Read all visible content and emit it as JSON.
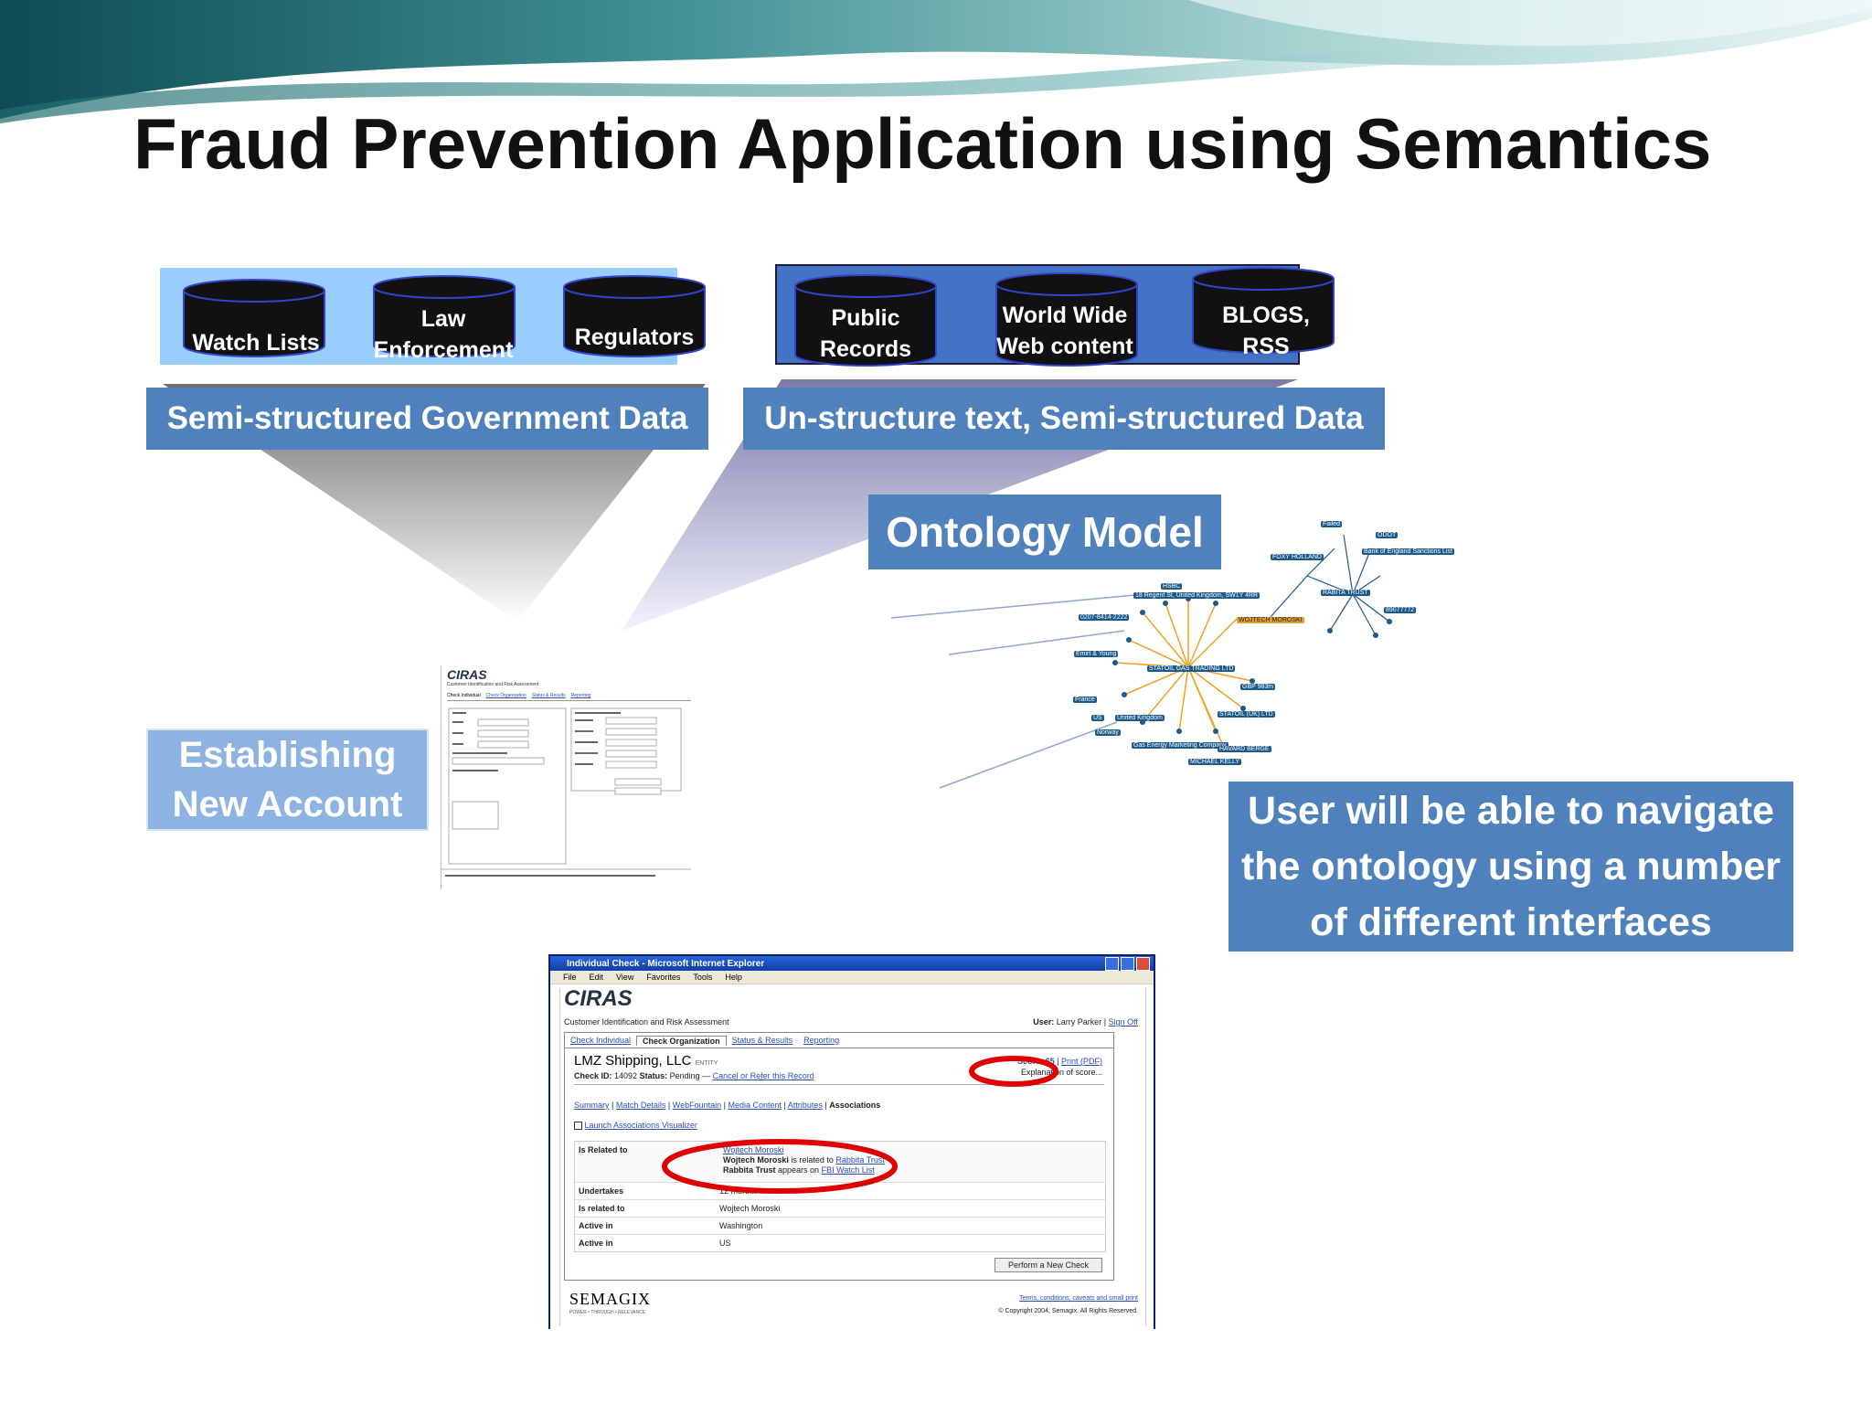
{
  "title": "Fraud Prevention Application using Semantics",
  "left_sources": [
    "Watch Lists",
    "Law Enforcement",
    "Regulators"
  ],
  "right_sources": [
    "Public Records",
    "World Wide Web content",
    "BLOGS, RSS"
  ],
  "left_bar": "Semi-structured Government Data",
  "right_bar": "Un-structure text, Semi-structured Data",
  "ontology_label": "Ontology Model",
  "account_label_1": "Establishing",
  "account_label_2": "New Account",
  "navigate_text_1": "User will be able to navigate",
  "navigate_text_2": "the ontology using a number",
  "navigate_text_3": "of different interfaces",
  "form_small": {
    "logo": "CIRAS",
    "subtitle": "Customer Identification and Risk Assessment",
    "tabs": [
      "Check Individual",
      "Check Organization",
      "Status & Results",
      "Reporting"
    ]
  },
  "browser": {
    "window_title": "Individual Check - Microsoft Internet Explorer",
    "menu": [
      "File",
      "Edit",
      "View",
      "Favorites",
      "Tools",
      "Help"
    ],
    "logo": "CIRAS",
    "subtitle": "Customer Identification and Risk Assessment",
    "user_label": "User:",
    "user_name": "Larry Parker",
    "sign_off": "Sign Off",
    "tabs": [
      "Check Individual",
      "Check Organization",
      "Status & Results",
      "Reporting"
    ],
    "company": "LMZ Shipping, LLC",
    "entity": "ENTITY",
    "check_id_label": "Check ID:",
    "check_id": "14092",
    "status_label": "Status:",
    "status": "Pending",
    "cancel_link": "Cancel or Refer this Record",
    "score": "Score: 65",
    "print_text": "Print (PDF)",
    "score_note": "Explanation of score...",
    "subnav": [
      "Summary",
      "Match Details",
      "WebFountain",
      "Media Content",
      "Attributes",
      "Associations"
    ],
    "visualizer_link": "Launch Associations Visualizer",
    "rows": [
      {
        "label": "Is Related to",
        "value": "Wojtech Moroski"
      },
      {
        "label": "Undertakes",
        "value": "12 more..."
      },
      {
        "label": "Is related to",
        "value": "Wojtech Moroski"
      },
      {
        "label": "Active in",
        "value": "Washington"
      },
      {
        "label": "Active in",
        "value": "US"
      }
    ],
    "related_line1_a": "Wojtech Moroski",
    "related_line1_b": "is related to",
    "related_line1_c": "Rabbita Trust",
    "related_line2_a": "Rabbita Trust",
    "related_line2_b": "appears on",
    "related_line2_c": "FBI Watch List",
    "new_check_button": "Perform a New Check",
    "footer_brand": "SEMAGIX",
    "footer_tagline": "POWER • THROUGH • RELEVANCE",
    "footer_link": "Terms, conditions, caveats and small print",
    "copyright": "© Copyright 2004, Semagix. All Rights Reserved."
  },
  "graph_nodes": [
    "Failed",
    "ODOT",
    "Bank of England Sanctions List",
    "FOXY HOLLAND",
    "HSBC",
    "RABITA TRUST",
    "18 Regent St, United Kingdom, SW1Y 4RR",
    "WOJTECH MOROSKI",
    "STATOIL GAS TRADING LTD",
    "0207-8414-2222",
    "Emirt & Young",
    "France",
    "US",
    "United Kingdom",
    "Norway",
    "Gas Energy Marketing Company",
    "HAVARD BERGE",
    "MICHAEL KELLY",
    "GBP 983m",
    "STATOIL (UK) LTD",
    "89077772"
  ],
  "colors": {
    "bar": "#4f81bd",
    "dark_box": "#4472c4",
    "light_box": "#99ccff",
    "cylinder": "#111111"
  }
}
